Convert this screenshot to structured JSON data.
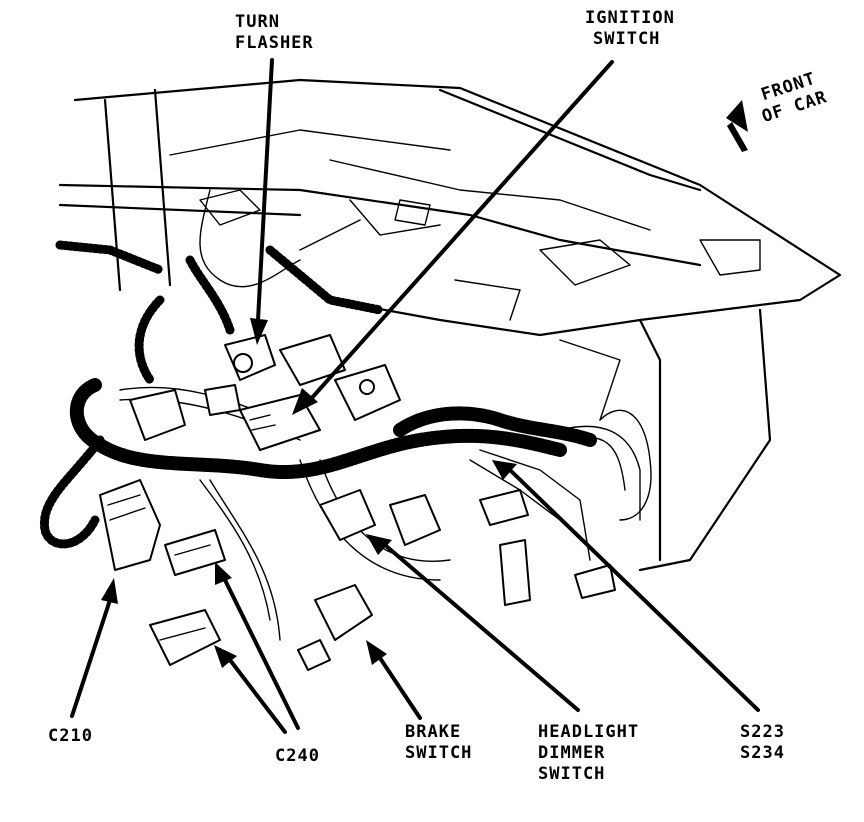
{
  "labels": {
    "turn_flasher": [
      "TURN",
      "FLASHER"
    ],
    "ignition_switch": [
      "IGNITION",
      "SWITCH"
    ],
    "front_of_car": [
      "FRONT",
      "OF CAR"
    ],
    "c210": "C210",
    "c240": "C240",
    "brake_switch": [
      "BRAKE",
      "SWITCH"
    ],
    "headlight_dimmer_switch": [
      "HEADLIGHT",
      "DIMMER",
      "SWITCH"
    ],
    "s223_s234": [
      "S223",
      "S234"
    ]
  }
}
